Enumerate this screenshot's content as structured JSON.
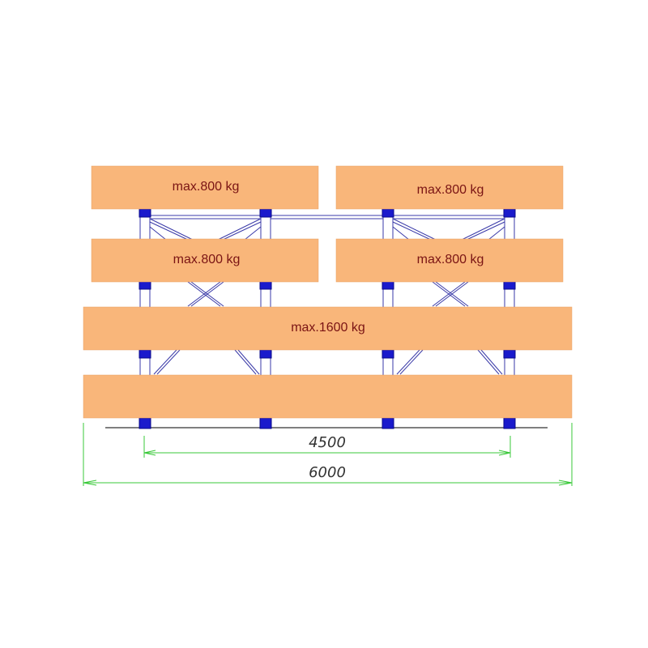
{
  "colors": {
    "board": "#f9b67a",
    "upright": "#1a1acc",
    "bracing": "#3a3aa8",
    "dimension": "#38c838",
    "label": "#7a1414",
    "ground": "#555555"
  },
  "levels": {
    "top_left": "max.800 kg",
    "top_right": "max.800 kg",
    "second_left": "max.800 kg",
    "second_right": "max.800 kg",
    "third_full": "max.1600 kg",
    "bottom_full": ""
  },
  "dimensions": {
    "upright_span": "4500",
    "overall_length": "6000"
  }
}
